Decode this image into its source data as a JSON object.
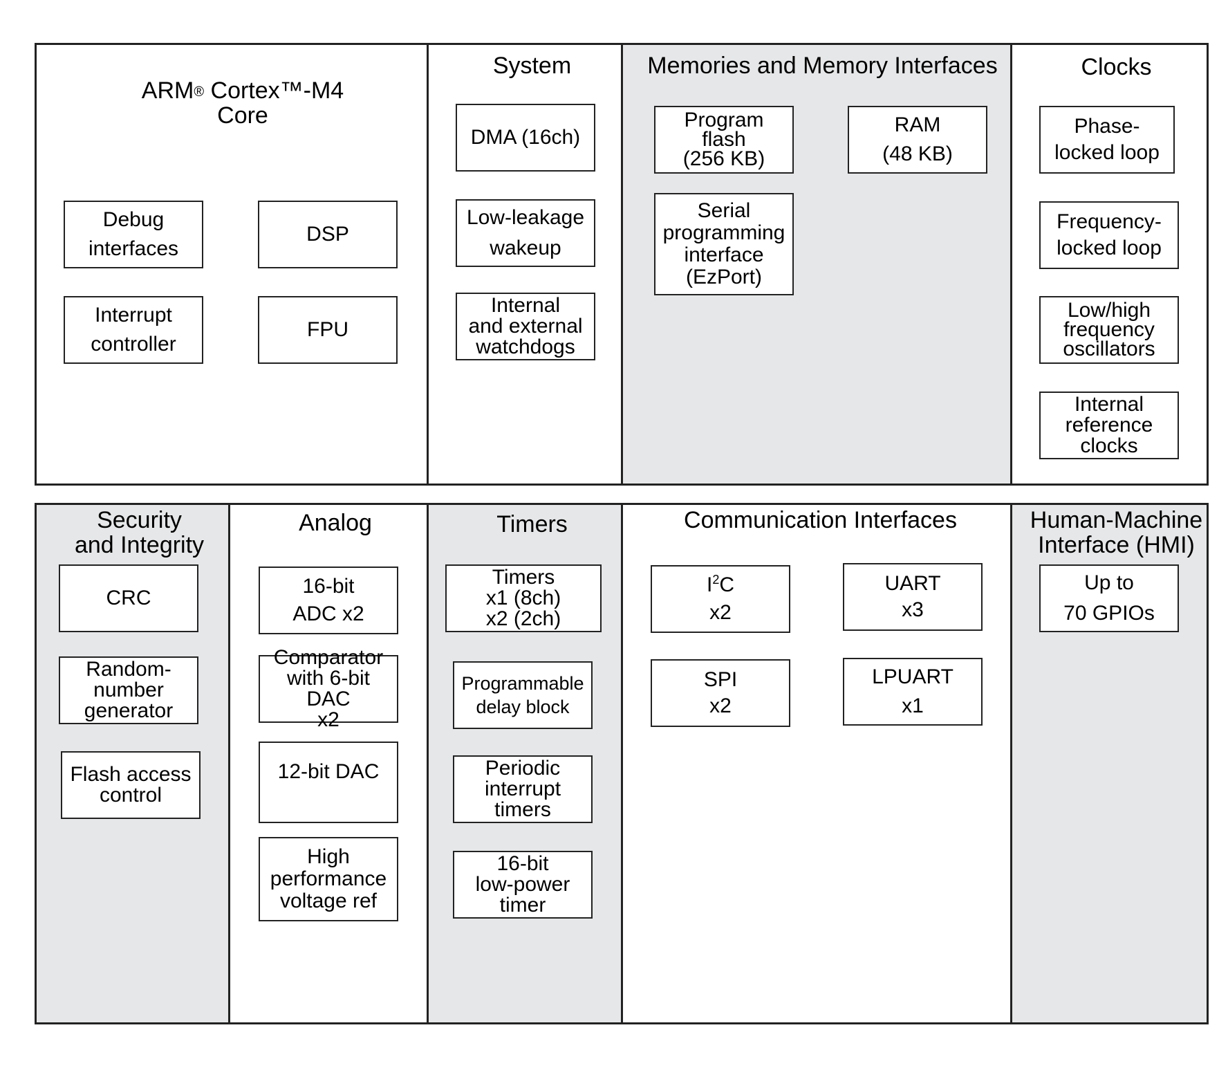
{
  "sections": {
    "core": {
      "title_prefix": "ARM",
      "title_reg": "®",
      "title_suffix": " Cortex™-M4\nCore",
      "blocks": {
        "debug": "Debug\ninterfaces",
        "dsp": "DSP",
        "interrupt": "Interrupt\ncontroller",
        "fpu": "FPU"
      }
    },
    "system": {
      "title": "System",
      "blocks": {
        "dma": "DMA (16ch)",
        "wakeup": "Low-leakage\nwakeup",
        "watchdogs": "Internal\nand external\nwatchdogs"
      }
    },
    "memories": {
      "title": "Memories and Memory Interfaces",
      "blocks": {
        "flash": "Program\nflash\n(256 KB)",
        "ram": "RAM\n(48 KB)",
        "ezport": "Serial\nprogramming\ninterface\n(EzPort)"
      }
    },
    "clocks": {
      "title": "Clocks",
      "blocks": {
        "pll": "Phase-\nlocked loop",
        "fll": "Frequency-\nlocked loop",
        "osc": "Low/high\nfrequency\noscillators",
        "irc": "Internal\nreference\nclocks"
      }
    },
    "security": {
      "title": "Security\nand Integrity",
      "blocks": {
        "crc": "CRC",
        "rng": "Random-\nnumber\ngenerator",
        "fac": "Flash access\ncontrol"
      }
    },
    "analog": {
      "title": "Analog",
      "blocks": {
        "adc": "16-bit\nADC x2",
        "cmp": "Comparator\nwith 6-bit DAC\nx2",
        "dac": "12-bit DAC",
        "vref": "High\nperformance\nvoltage ref"
      }
    },
    "timers": {
      "title": "Timers",
      "blocks": {
        "ftm": "Timers\nx1 (8ch)\nx2 (2ch)",
        "pdb": "Programmable\ndelay block",
        "pit": "Periodic\ninterrupt\ntimers",
        "lptmr": "16-bit\nlow-power\ntimer"
      }
    },
    "comm": {
      "title": "Communication Interfaces",
      "blocks": {
        "i2c_i": "I",
        "i2c_sup": "2",
        "i2c_c": "C",
        "i2c_count": "x2",
        "uart": "UART\nx3",
        "spi": "SPI\nx2",
        "lpuart": "LPUART\nx1"
      }
    },
    "hmi": {
      "title": "Human-Machine\nInterface (HMI)",
      "blocks": {
        "gpio": "Up to\n70 GPIOs"
      }
    }
  }
}
